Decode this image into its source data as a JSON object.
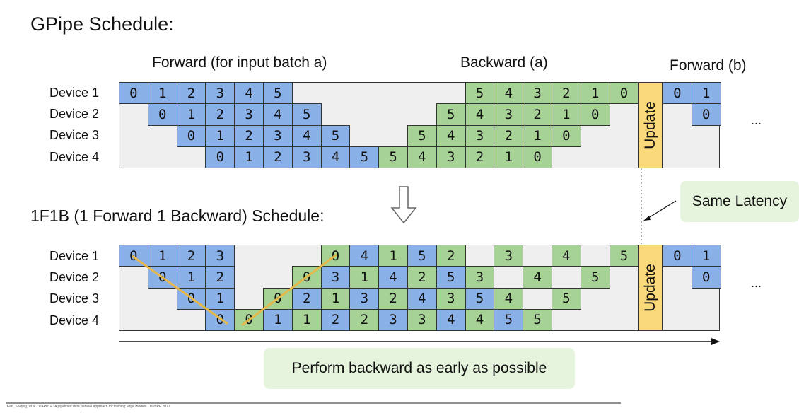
{
  "colors": {
    "forward": "#8ab0e8",
    "backward": "#a6d296",
    "update": "#fad97a",
    "note_bg": "#e6f4dd",
    "arrow": "#e6b84a"
  },
  "title": "GPipe Schedule:",
  "gpipe": {
    "forward_label": "Forward (for input batch a)",
    "backward_label": "Backward (a)",
    "forward_b_label": "Forward (b)",
    "devices": [
      "Device 1",
      "Device 2",
      "Device 3",
      "Device 4"
    ],
    "rows": [
      [
        {
          "c": 0,
          "t": "f",
          "v": "0"
        },
        {
          "c": 1,
          "t": "f",
          "v": "1"
        },
        {
          "c": 2,
          "t": "f",
          "v": "2"
        },
        {
          "c": 3,
          "t": "f",
          "v": "3"
        },
        {
          "c": 4,
          "t": "f",
          "v": "4"
        },
        {
          "c": 5,
          "t": "f",
          "v": "5"
        },
        {
          "c": 12,
          "t": "b",
          "v": "5"
        },
        {
          "c": 13,
          "t": "b",
          "v": "4"
        },
        {
          "c": 14,
          "t": "b",
          "v": "3"
        },
        {
          "c": 15,
          "t": "b",
          "v": "2"
        },
        {
          "c": 16,
          "t": "b",
          "v": "1"
        },
        {
          "c": 17,
          "t": "b",
          "v": "0"
        }
      ],
      [
        {
          "c": 1,
          "t": "f",
          "v": "0"
        },
        {
          "c": 2,
          "t": "f",
          "v": "1"
        },
        {
          "c": 3,
          "t": "f",
          "v": "2"
        },
        {
          "c": 4,
          "t": "f",
          "v": "3"
        },
        {
          "c": 5,
          "t": "f",
          "v": "4"
        },
        {
          "c": 6,
          "t": "f",
          "v": "5"
        },
        {
          "c": 11,
          "t": "b",
          "v": "5"
        },
        {
          "c": 12,
          "t": "b",
          "v": "4"
        },
        {
          "c": 13,
          "t": "b",
          "v": "3"
        },
        {
          "c": 14,
          "t": "b",
          "v": "2"
        },
        {
          "c": 15,
          "t": "b",
          "v": "1"
        },
        {
          "c": 16,
          "t": "b",
          "v": "0"
        }
      ],
      [
        {
          "c": 2,
          "t": "f",
          "v": "0"
        },
        {
          "c": 3,
          "t": "f",
          "v": "1"
        },
        {
          "c": 4,
          "t": "f",
          "v": "2"
        },
        {
          "c": 5,
          "t": "f",
          "v": "3"
        },
        {
          "c": 6,
          "t": "f",
          "v": "4"
        },
        {
          "c": 7,
          "t": "f",
          "v": "5"
        },
        {
          "c": 10,
          "t": "b",
          "v": "5"
        },
        {
          "c": 11,
          "t": "b",
          "v": "4"
        },
        {
          "c": 12,
          "t": "b",
          "v": "3"
        },
        {
          "c": 13,
          "t": "b",
          "v": "2"
        },
        {
          "c": 14,
          "t": "b",
          "v": "1"
        },
        {
          "c": 15,
          "t": "b",
          "v": "0"
        }
      ],
      [
        {
          "c": 3,
          "t": "f",
          "v": "0"
        },
        {
          "c": 4,
          "t": "f",
          "v": "1"
        },
        {
          "c": 5,
          "t": "f",
          "v": "2"
        },
        {
          "c": 6,
          "t": "f",
          "v": "3"
        },
        {
          "c": 7,
          "t": "f",
          "v": "4"
        },
        {
          "c": 8,
          "t": "f",
          "v": "5"
        },
        {
          "c": 9,
          "t": "b",
          "v": "5"
        },
        {
          "c": 10,
          "t": "b",
          "v": "4"
        },
        {
          "c": 11,
          "t": "b",
          "v": "3"
        },
        {
          "c": 12,
          "t": "b",
          "v": "2"
        },
        {
          "c": 13,
          "t": "b",
          "v": "1"
        },
        {
          "c": 14,
          "t": "b",
          "v": "0"
        }
      ]
    ],
    "next_rows": [
      [
        {
          "c": 0,
          "t": "f",
          "v": "0"
        },
        {
          "c": 1,
          "t": "f",
          "v": "1"
        }
      ],
      [
        {
          "c": 1,
          "t": "f",
          "v": "0"
        }
      ],
      [],
      []
    ],
    "update_label": "Update",
    "ellipsis": "..."
  },
  "onef1b": {
    "title": "1F1B (1 Forward 1 Backward) Schedule:",
    "devices": [
      "Device 1",
      "Device 2",
      "Device 3",
      "Device 4"
    ],
    "rows": [
      [
        {
          "c": 0,
          "t": "f",
          "v": "0"
        },
        {
          "c": 1,
          "t": "f",
          "v": "1"
        },
        {
          "c": 2,
          "t": "f",
          "v": "2"
        },
        {
          "c": 3,
          "t": "f",
          "v": "3"
        },
        {
          "c": 7,
          "t": "b",
          "v": "0"
        },
        {
          "c": 8,
          "t": "f",
          "v": "4"
        },
        {
          "c": 9,
          "t": "b",
          "v": "1"
        },
        {
          "c": 10,
          "t": "f",
          "v": "5"
        },
        {
          "c": 11,
          "t": "b",
          "v": "2"
        },
        {
          "c": 13,
          "t": "b",
          "v": "3"
        },
        {
          "c": 15,
          "t": "b",
          "v": "4"
        },
        {
          "c": 17,
          "t": "b",
          "v": "5"
        }
      ],
      [
        {
          "c": 1,
          "t": "f",
          "v": "0"
        },
        {
          "c": 2,
          "t": "f",
          "v": "1"
        },
        {
          "c": 3,
          "t": "f",
          "v": "2"
        },
        {
          "c": 6,
          "t": "b",
          "v": "0"
        },
        {
          "c": 7,
          "t": "f",
          "v": "3"
        },
        {
          "c": 8,
          "t": "b",
          "v": "1"
        },
        {
          "c": 9,
          "t": "f",
          "v": "4"
        },
        {
          "c": 10,
          "t": "b",
          "v": "2"
        },
        {
          "c": 11,
          "t": "f",
          "v": "5"
        },
        {
          "c": 12,
          "t": "b",
          "v": "3"
        },
        {
          "c": 14,
          "t": "b",
          "v": "4"
        },
        {
          "c": 16,
          "t": "b",
          "v": "5"
        }
      ],
      [
        {
          "c": 2,
          "t": "f",
          "v": "0"
        },
        {
          "c": 3,
          "t": "f",
          "v": "1"
        },
        {
          "c": 5,
          "t": "b",
          "v": "0"
        },
        {
          "c": 6,
          "t": "f",
          "v": "2"
        },
        {
          "c": 7,
          "t": "b",
          "v": "1"
        },
        {
          "c": 8,
          "t": "f",
          "v": "3"
        },
        {
          "c": 9,
          "t": "b",
          "v": "2"
        },
        {
          "c": 10,
          "t": "f",
          "v": "4"
        },
        {
          "c": 11,
          "t": "b",
          "v": "3"
        },
        {
          "c": 12,
          "t": "f",
          "v": "5"
        },
        {
          "c": 13,
          "t": "b",
          "v": "4"
        },
        {
          "c": 15,
          "t": "b",
          "v": "5"
        }
      ],
      [
        {
          "c": 3,
          "t": "f",
          "v": "0"
        },
        {
          "c": 4,
          "t": "b",
          "v": "0"
        },
        {
          "c": 5,
          "t": "f",
          "v": "1"
        },
        {
          "c": 6,
          "t": "b",
          "v": "1"
        },
        {
          "c": 7,
          "t": "f",
          "v": "2"
        },
        {
          "c": 8,
          "t": "b",
          "v": "2"
        },
        {
          "c": 9,
          "t": "f",
          "v": "3"
        },
        {
          "c": 10,
          "t": "b",
          "v": "3"
        },
        {
          "c": 11,
          "t": "f",
          "v": "4"
        },
        {
          "c": 12,
          "t": "b",
          "v": "4"
        },
        {
          "c": 13,
          "t": "f",
          "v": "5"
        },
        {
          "c": 14,
          "t": "b",
          "v": "5"
        }
      ]
    ],
    "next_rows": [
      [
        {
          "c": 0,
          "t": "f",
          "v": "0"
        },
        {
          "c": 1,
          "t": "f",
          "v": "1"
        }
      ],
      [
        {
          "c": 1,
          "t": "f",
          "v": "0"
        }
      ],
      [],
      []
    ],
    "update_label": "Update",
    "ellipsis": "..."
  },
  "same_latency": "Same Latency",
  "early_note": "Perform backward as early as possible",
  "citation": "Fan, Shiqing, et al. \"DAPPLE: A pipelined data parallel approach for training large models.\" PPoPP 2021"
}
